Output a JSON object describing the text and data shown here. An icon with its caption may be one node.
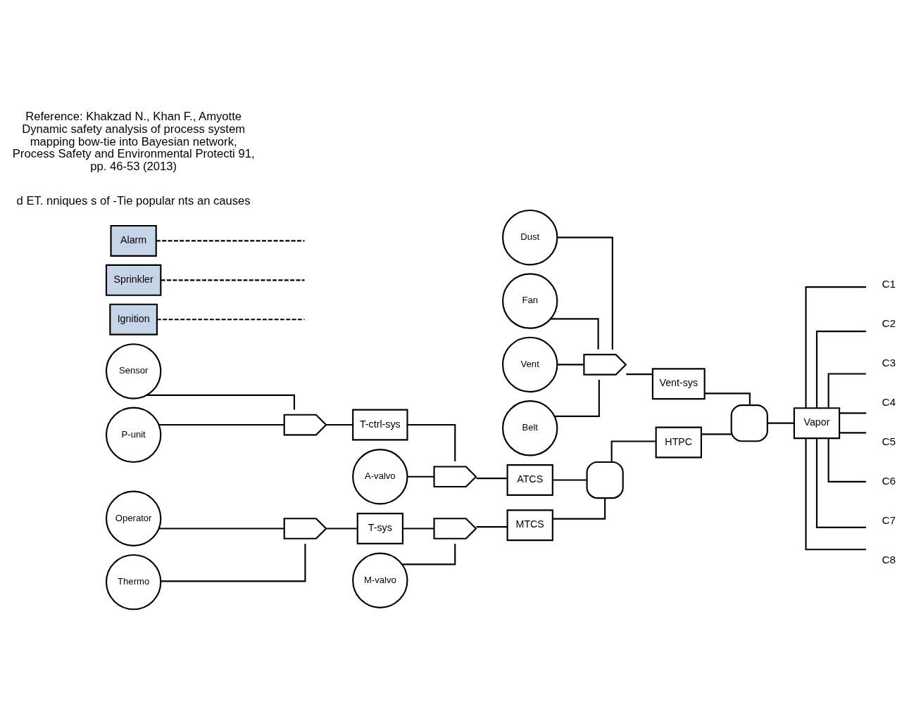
{
  "diagram": {
    "nodes": [
      {
        "text": [
          "Dust"
        ]
      },
      {
        "text": [
          "Fan"
        ]
      },
      {
        "text": [
          "Vent"
        ]
      },
      {
        "text": [
          "Belt"
        ]
      },
      {
        "text": [],
        "shape": "gate"
      },
      {
        "text": [
          "Vent-sys"
        ]
      },
      {
        "text": [
          "Sensor"
        ]
      },
      {
        "text": [
          "P-unit"
        ]
      },
      {
        "text": [],
        "shape": "gate"
      },
      {
        "text": [
          "T-ctrl-sys"
        ]
      },
      {
        "text": [
          "A-valvo"
        ]
      },
      {
        "text": [],
        "shape": "gate"
      },
      {
        "text": [
          "ATCS"
        ]
      },
      {
        "text": [
          "Operator"
        ]
      },
      {
        "text": [
          "Thermo"
        ]
      },
      {
        "text": [],
        "shape": "gate"
      },
      {
        "text": [
          "T-sys"
        ]
      },
      {
        "text": [
          "M-valvo"
        ]
      },
      {
        "text": [],
        "shape": "gate"
      },
      {
        "text": [
          "MTCS"
        ]
      },
      {
        "text": [],
        "shape": "gate"
      },
      {
        "text": [
          "HTPC"
        ]
      },
      {
        "text": [],
        "shape": "gate"
      },
      {
        "text": [
          "Vapor"
        ]
      },
      {
        "text": [
          "Ignition"
        ]
      },
      {
        "text": [
          "Sprinkler"
        ]
      },
      {
        "text": [
          "Alarm"
        ]
      },
      {
        "text": [
          "C1"
        ]
      },
      {
        "text": [
          "C2"
        ]
      },
      {
        "text": [
          "C3"
        ]
      },
      {
        "text": [
          "C4"
        ]
      },
      {
        "text": [
          "C5"
        ]
      },
      {
        "text": [
          "C6"
        ]
      },
      {
        "text": [
          "C7"
        ]
      },
      {
        "text": [
          "C8"
        ]
      }
    ],
    "edges": [
      {
        "from": 0,
        "to": 4,
        "arrow": "none"
      },
      {
        "from": 1,
        "to": 4,
        "arrow": "none"
      },
      {
        "from": 2,
        "to": 4,
        "arrow": "none"
      },
      {
        "from": 3,
        "to": 4,
        "arrow": "none"
      },
      {
        "from": 4,
        "to": 5,
        "arrow": "none"
      },
      {
        "from": 5,
        "to": 22,
        "arrow": "none"
      },
      {
        "from": 6,
        "to": 8,
        "arrow": "none"
      },
      {
        "from": 7,
        "to": 8,
        "arrow": "none"
      },
      {
        "from": 8,
        "to": 9,
        "arrow": "none"
      },
      {
        "from": 9,
        "to": 11,
        "arrow": "none"
      },
      {
        "from": 10,
        "to": 11,
        "arrow": "none"
      },
      {
        "from": 11,
        "to": 12,
        "arrow": "none"
      },
      {
        "from": 12,
        "to": 20,
        "arrow": "none"
      },
      {
        "from": 13,
        "to": 15,
        "arrow": "none"
      },
      {
        "from": 14,
        "to": 15,
        "arrow": "none"
      },
      {
        "from": 15,
        "to": 16,
        "arrow": "none"
      },
      {
        "from": 16,
        "to": 18,
        "arrow": "none"
      },
      {
        "from": 17,
        "to": 18,
        "arrow": "none"
      },
      {
        "from": 18,
        "to": 19,
        "arrow": "none"
      },
      {
        "from": 19,
        "to": 20,
        "arrow": "none"
      },
      {
        "from": 20,
        "to": 21,
        "arrow": "none"
      },
      {
        "from": 21,
        "to": 22,
        "arrow": "none"
      },
      {
        "from": 22,
        "to": 23,
        "arrow": "none"
      },
      {
        "from": 23,
        "to": 27,
        "arrow": "none"
      },
      {
        "from": 23,
        "to": 28,
        "arrow": "none"
      },
      {
        "from": 23,
        "to": 29,
        "arrow": "none"
      },
      {
        "from": 23,
        "to": 30,
        "arrow": "none"
      },
      {
        "from": 23,
        "to": 31,
        "arrow": "none"
      },
      {
        "from": 23,
        "to": 32,
        "arrow": "none"
      },
      {
        "from": 23,
        "to": 33,
        "arrow": "none"
      },
      {
        "from": 23,
        "to": 34,
        "arrow": "none"
      },
      {
        "from": 24,
        "to": null,
        "arrow": "none",
        "style": "dashed"
      },
      {
        "from": 25,
        "to": null,
        "arrow": "none",
        "style": "dashed"
      },
      {
        "from": 26,
        "to": null,
        "arrow": "none",
        "style": "dashed"
      }
    ],
    "labels": [
      "d ET. nniques s of -Tie popular nts an causes",
      "Reference: Khakzad N., Khan F., Amyotte Dynamic safety analysis of process system mapping bow-tie into Bayesian network, Process Safety and Environmental Protecti 91, pp. 46-53 (2013)"
    ]
  }
}
